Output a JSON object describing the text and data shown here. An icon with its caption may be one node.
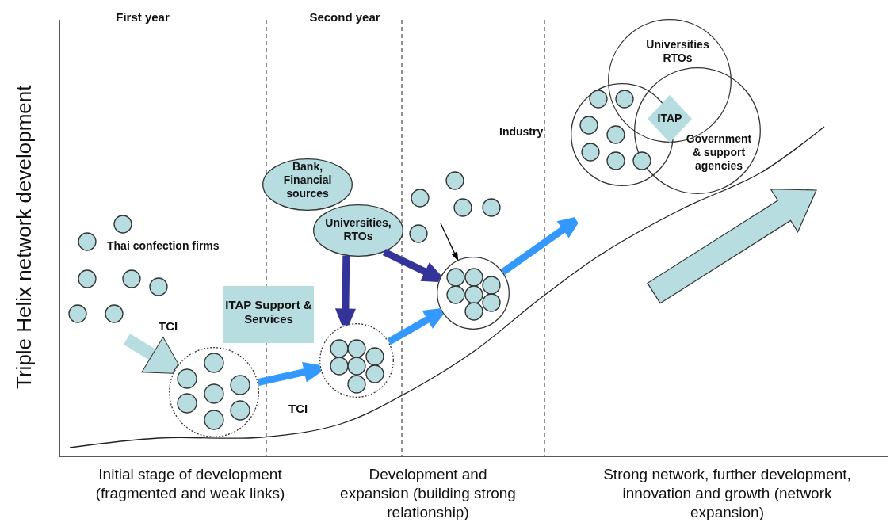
{
  "diagram": {
    "nodes": [
      {
        "text": [],
        "shape": "circle"
      },
      {
        "text": [],
        "shape": "circle"
      },
      {
        "text": [],
        "shape": "circle"
      },
      {
        "text": [
          "ITAP Support & Services"
        ]
      },
      {
        "text": [
          "Bank, Financial sources"
        ]
      },
      {
        "text": [
          "Universities, RTOs"
        ]
      },
      {
        "text": [
          "Universities RTOs"
        ]
      },
      {
        "text": [
          "Government & support agencies"
        ]
      },
      {
        "text": [
          "Industry"
        ]
      },
      {
        "text": [
          "ITAP"
        ]
      }
    ],
    "edges": [
      {
        "from": null,
        "to": 0,
        "arrow": "to",
        "label": "TCI",
        "color": "#b7dde0"
      },
      {
        "from": 0,
        "to": 1,
        "arrow": "to",
        "label": "TCI"
      },
      {
        "from": 1,
        "to": 2,
        "arrow": "to"
      },
      {
        "from": 2,
        "to": null,
        "arrow": "to"
      },
      {
        "from": 5,
        "to": 1,
        "arrow": "to",
        "color": "#333399"
      },
      {
        "from": 5,
        "to": 2,
        "arrow": "to",
        "color": "#333399"
      },
      {
        "from": null,
        "to": 2,
        "arrow": "to",
        "color": "#000000"
      }
    ],
    "labels": [
      "First year",
      "Second year",
      "Thai confection firms",
      "Triple Helix network development",
      "Initial stage of development (fragmented and weak links)",
      "Development and expansion (building strong relationship)",
      "Strong network, further development, innovation and growth (network expansion)"
    ]
  }
}
